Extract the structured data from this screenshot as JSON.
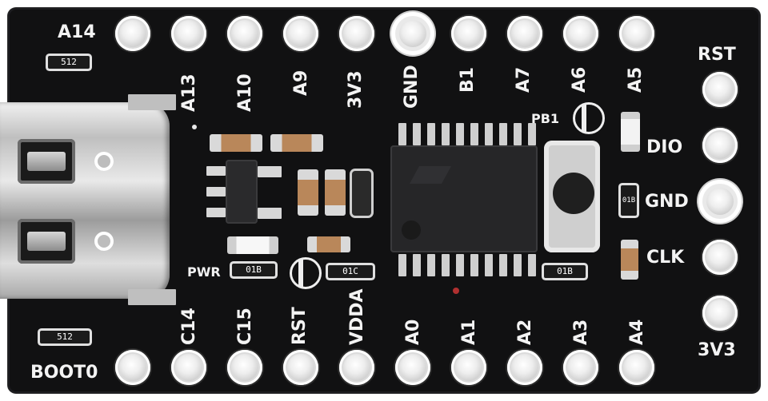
{
  "board": {
    "top_row_labels": [
      "A13",
      "A10",
      "A9",
      "3V3",
      "GND",
      "B1",
      "A7",
      "A6",
      "A5"
    ],
    "top_left_label": "A14",
    "bottom_row_labels": [
      "C14",
      "C15",
      "RST",
      "VDDA",
      "A0",
      "A1",
      "A2",
      "A3",
      "A4"
    ],
    "bottom_left_label": "BOOT0",
    "right_labels": [
      "RST",
      "DIO",
      "GND",
      "CLK",
      "3V3"
    ],
    "pwr_label": "PWR",
    "pb1_label": "PB1",
    "resistor_codes": {
      "r_top_left": "512",
      "r_bottom_left": "512",
      "r_pwr": "01B",
      "r_vdda": "01C",
      "r_center": "01B",
      "r_right": "01B"
    }
  }
}
